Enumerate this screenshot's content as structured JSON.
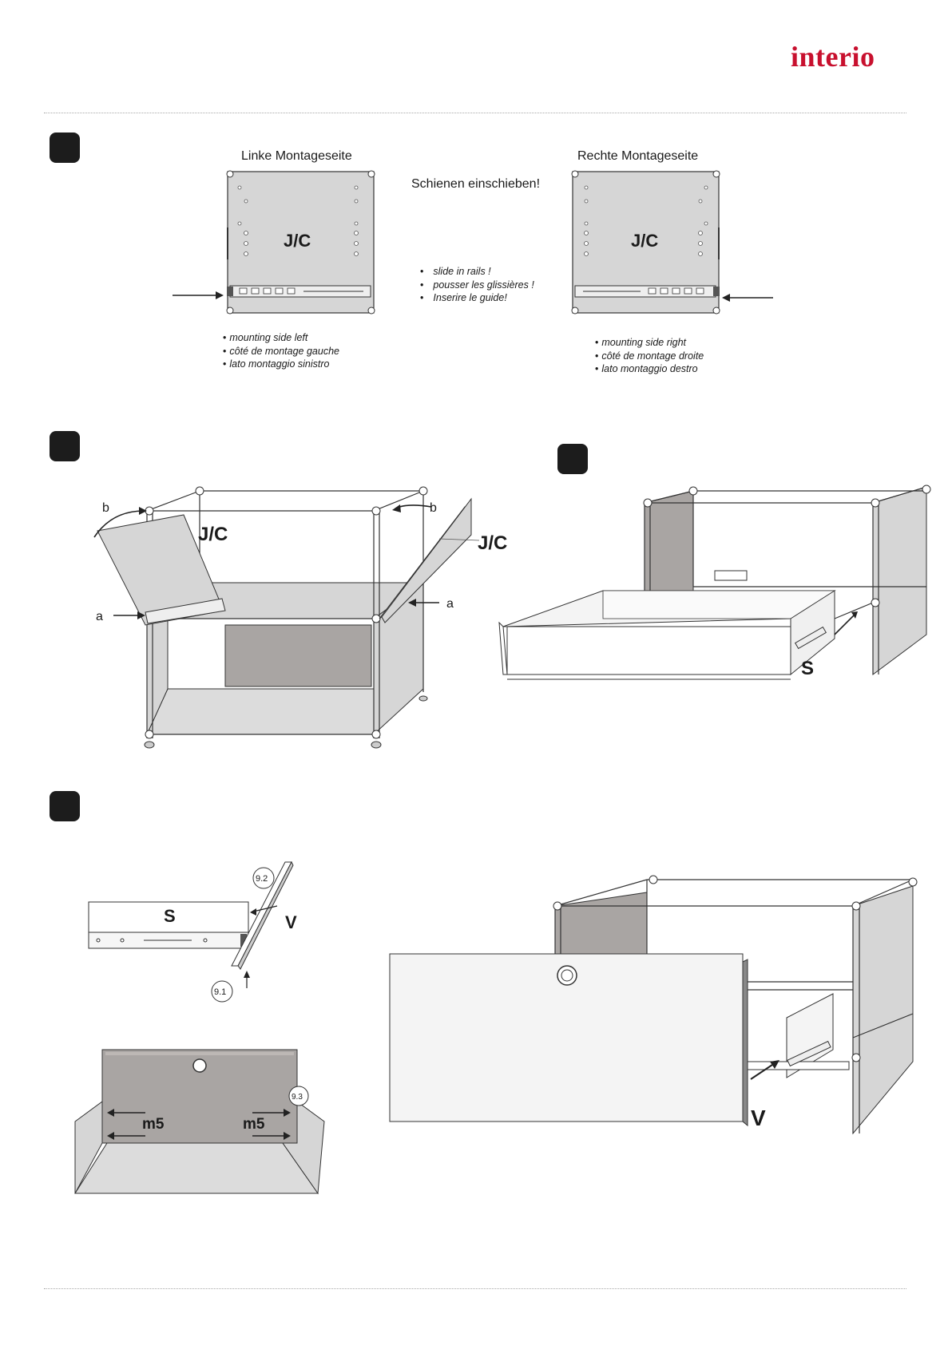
{
  "brand": {
    "logo_text": "interio",
    "logo_color": "#c8102e"
  },
  "colors": {
    "panel": "#d6d6d6",
    "panel_dark": "#a9a5a3",
    "line": "#333333",
    "badge": "#1c1c1c"
  },
  "step1": {
    "left_title": "Linke Montageseite",
    "right_title": "Rechte Montageseite",
    "panel_label": "J/C",
    "instruction": "Schienen einschieben!",
    "translations": [
      "slide in rails !",
      "pousser les glissières !",
      "Inserire le guide!"
    ],
    "left_notes": [
      "mounting side left",
      "côté de montage gauche",
      "lato montaggio sinistro"
    ],
    "right_notes": [
      "mounting side right",
      "côté de montage droite",
      "lato montaggio destro"
    ]
  },
  "step2": {
    "label_a": "a",
    "label_b": "b",
    "panel_label": "J/C"
  },
  "step3": {
    "drawer_label": "S"
  },
  "step4": {
    "rail_label": "S",
    "front_label": "V",
    "callout_1": "9.1",
    "callout_2": "9.2",
    "callout_3": "9.3",
    "screw_label": "m5",
    "front_label_big": "V"
  }
}
